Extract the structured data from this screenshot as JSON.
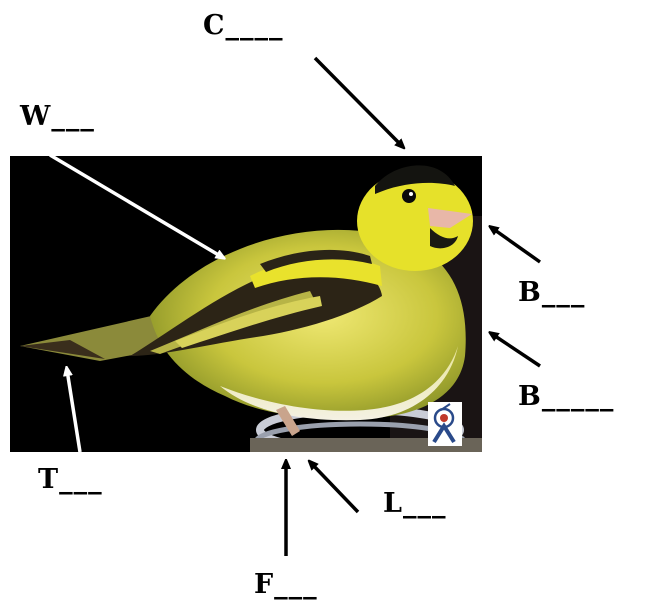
{
  "labels": {
    "crown": "C____",
    "wing": "W___",
    "bill": "B___",
    "breast": "B_____",
    "tail": "T___",
    "leg": "L___",
    "foot": "F___"
  },
  "colors": {
    "photo_background": "#000000",
    "arrow_on_photo": "#ffffff",
    "arrow_off_photo": "#000000",
    "bird_yellow": "#e6e12a",
    "bird_olive": "#8f9a2a"
  },
  "icons": {
    "watermark": "target-person-icon"
  }
}
